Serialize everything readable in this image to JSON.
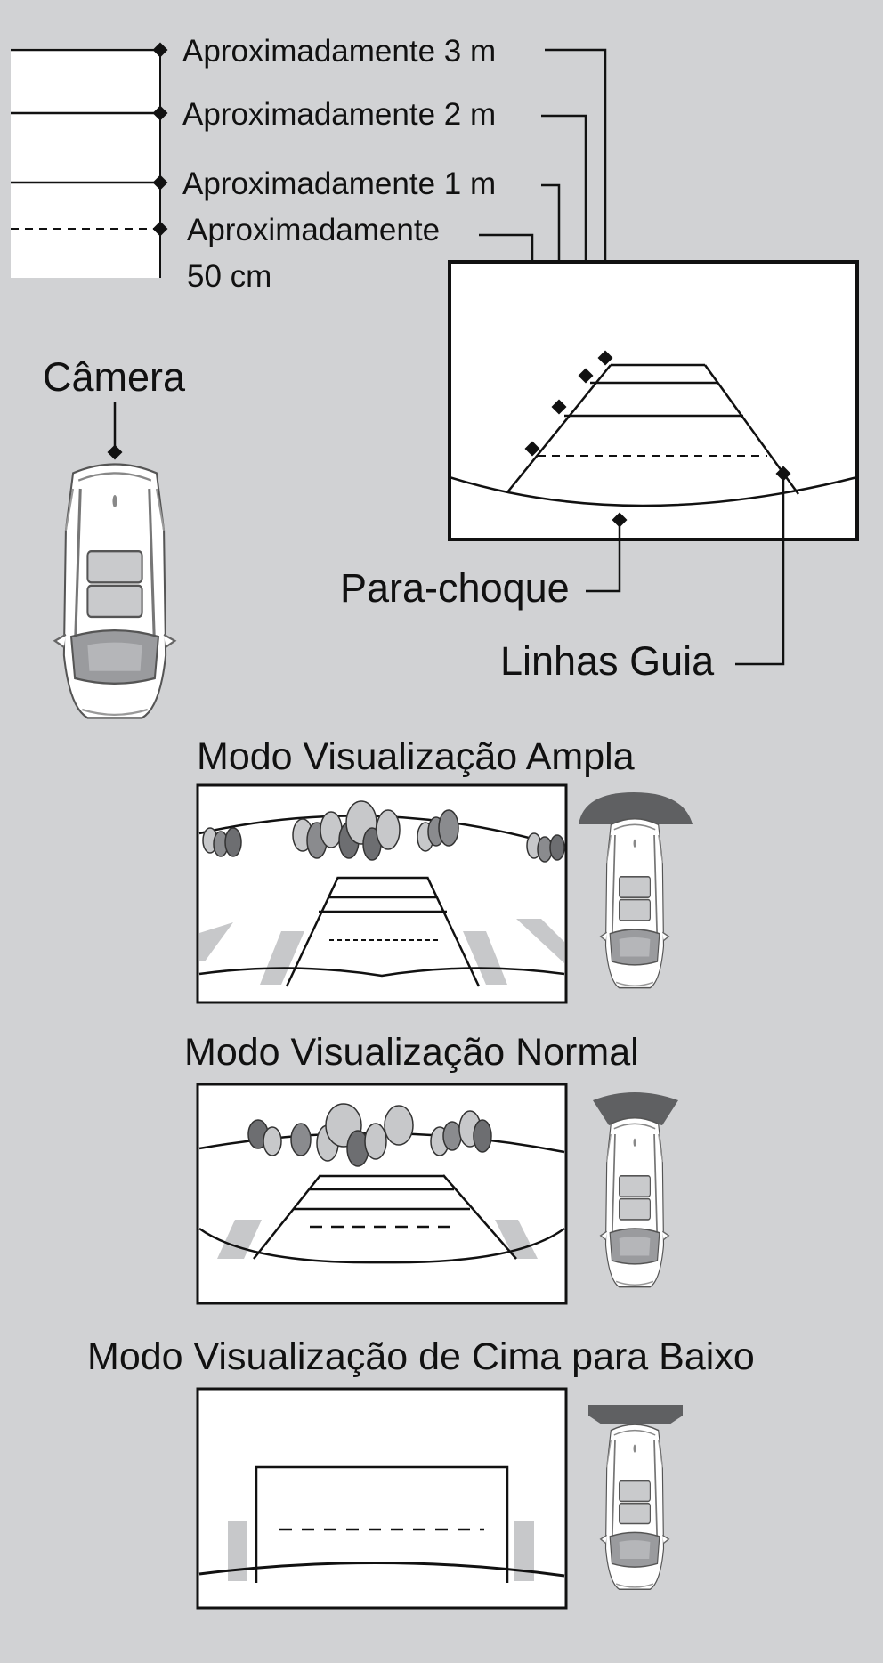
{
  "distance_labels": {
    "m3": "Aproximadamente 3 m",
    "m2": "Aproximadamente 2 m",
    "m1": "Aproximadamente 1 m",
    "cm50_line1": "Aproximadamente",
    "cm50_line2": "50 cm"
  },
  "callouts": {
    "camera": "Câmera",
    "bumper": "Para-choque",
    "guide_lines": "Linhas Guia"
  },
  "modes": {
    "wide": "Modo Visualização Ampla",
    "normal": "Modo Visualização Normal",
    "top_down": "Modo Visualização de Cima para Baixo"
  },
  "colors": {
    "background": "#d1d2d4",
    "panel": "#ffffff",
    "stroke": "#111111",
    "view_cone": "#5f6062",
    "tree_light": "#c7c8ca",
    "tree_dark": "#6d6e71"
  }
}
